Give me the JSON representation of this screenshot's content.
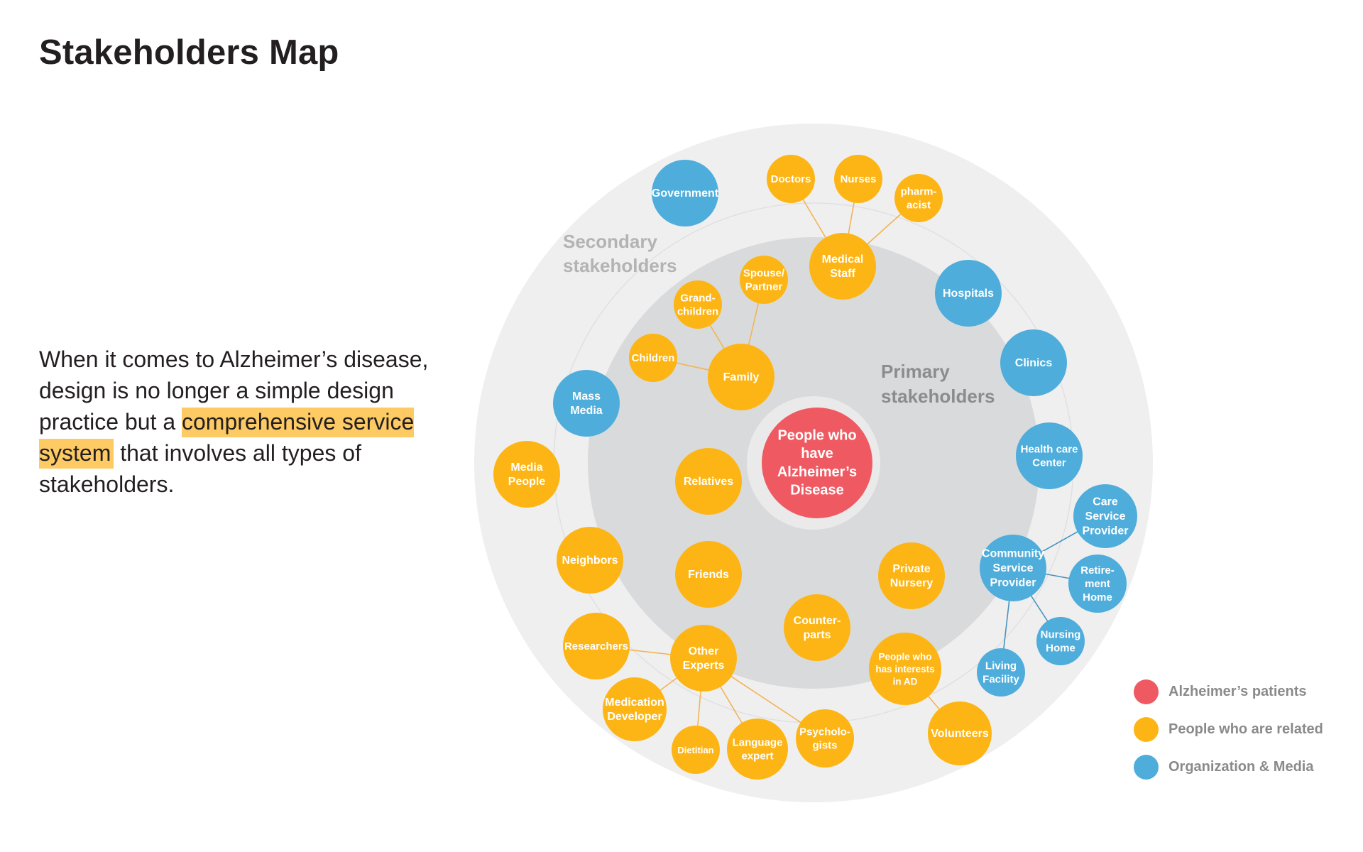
{
  "title": "Stakeholders Map",
  "intro": {
    "before": "When it comes to Alzheimer’s disease, design is no longer a simple design practice but a ",
    "highlight": "comprehensive service system",
    "after": " that involves all types of stakeholders."
  },
  "colors": {
    "patient": "#ef5a62",
    "related": "#fdb515",
    "organization": "#4eaddb",
    "outer_ring": "#f0eff0",
    "inner_ring": "#d9dadb",
    "link_related": "#f1b554",
    "link_org": "#4794bd"
  },
  "zones": {
    "secondary": [
      "Secondary",
      "stakeholders"
    ],
    "primary": [
      "Primary",
      "stakeholders"
    ]
  },
  "center": {
    "label": [
      "People who",
      "have",
      "Alzheimer’s",
      "Disease"
    ],
    "group": "patient"
  },
  "nodes": [
    {
      "id": "government",
      "group": "organization",
      "label": [
        "Government"
      ]
    },
    {
      "id": "doctors",
      "group": "related",
      "label": [
        "Doctors"
      ]
    },
    {
      "id": "nurses",
      "group": "related",
      "label": [
        "Nurses"
      ]
    },
    {
      "id": "pharmacist",
      "group": "related",
      "label": [
        "pharm-",
        "acist"
      ]
    },
    {
      "id": "medical-staff",
      "group": "related",
      "label": [
        "Medical",
        "Staff"
      ]
    },
    {
      "id": "spouse-partner",
      "group": "related",
      "label": [
        "Spouse/",
        "Partner"
      ]
    },
    {
      "id": "grandchildren",
      "group": "related",
      "label": [
        "Grand-",
        "children"
      ]
    },
    {
      "id": "children",
      "group": "related",
      "label": [
        "Children"
      ]
    },
    {
      "id": "family",
      "group": "related",
      "label": [
        "Family"
      ]
    },
    {
      "id": "hospitals",
      "group": "organization",
      "label": [
        "Hospitals"
      ]
    },
    {
      "id": "clinics",
      "group": "organization",
      "label": [
        "Clinics"
      ]
    },
    {
      "id": "mass-media",
      "group": "organization",
      "label": [
        "Mass",
        "Media"
      ]
    },
    {
      "id": "health-care-center",
      "group": "organization",
      "label": [
        "Health care",
        "Center"
      ]
    },
    {
      "id": "media-people",
      "group": "related",
      "label": [
        "Media",
        "People"
      ]
    },
    {
      "id": "relatives",
      "group": "related",
      "label": [
        "Relatives"
      ]
    },
    {
      "id": "care-service-provider",
      "group": "organization",
      "label": [
        "Care",
        "Service",
        "Provider"
      ]
    },
    {
      "id": "community-service-provider",
      "group": "organization",
      "label": [
        "Community",
        "Service",
        "Provider"
      ]
    },
    {
      "id": "retirement-home",
      "group": "organization",
      "label": [
        "Retire-",
        "ment",
        "Home"
      ]
    },
    {
      "id": "neighbors",
      "group": "related",
      "label": [
        "Neighbors"
      ]
    },
    {
      "id": "friends",
      "group": "related",
      "label": [
        "Friends"
      ]
    },
    {
      "id": "private-nursery",
      "group": "related",
      "label": [
        "Private",
        "Nursery"
      ]
    },
    {
      "id": "nursing-home",
      "group": "organization",
      "label": [
        "Nursing",
        "Home"
      ]
    },
    {
      "id": "counterparts",
      "group": "related",
      "label": [
        "Counter-",
        "parts"
      ]
    },
    {
      "id": "researchers",
      "group": "related",
      "label": [
        "Researchers"
      ]
    },
    {
      "id": "other-experts",
      "group": "related",
      "label": [
        "Other",
        "Experts"
      ]
    },
    {
      "id": "people-interested-ad",
      "group": "related",
      "label": [
        "People who",
        "has interests",
        "in AD"
      ]
    },
    {
      "id": "living-facility",
      "group": "organization",
      "label": [
        "Living",
        "Facility"
      ]
    },
    {
      "id": "medication-developer",
      "group": "related",
      "label": [
        "Medication",
        "Developer"
      ]
    },
    {
      "id": "volunteers",
      "group": "related",
      "label": [
        "Volunteers"
      ]
    },
    {
      "id": "dietitian",
      "group": "related",
      "label": [
        "Dietitian"
      ]
    },
    {
      "id": "language-expert",
      "group": "related",
      "label": [
        "Language",
        "expert"
      ]
    },
    {
      "id": "psychologists",
      "group": "related",
      "label": [
        "Psycholo-",
        "gists"
      ]
    }
  ],
  "links": [
    [
      "medical-staff",
      "doctors"
    ],
    [
      "medical-staff",
      "nurses"
    ],
    [
      "medical-staff",
      "pharmacist"
    ],
    [
      "family",
      "spouse-partner"
    ],
    [
      "family",
      "grandchildren"
    ],
    [
      "family",
      "children"
    ],
    [
      "community-service-provider",
      "care-service-provider"
    ],
    [
      "community-service-provider",
      "retirement-home"
    ],
    [
      "community-service-provider",
      "nursing-home"
    ],
    [
      "community-service-provider",
      "living-facility"
    ],
    [
      "other-experts",
      "researchers"
    ],
    [
      "other-experts",
      "medication-developer"
    ],
    [
      "other-experts",
      "dietitian"
    ],
    [
      "other-experts",
      "language-expert"
    ],
    [
      "other-experts",
      "psychologists"
    ],
    [
      "people-interested-ad",
      "volunteers"
    ]
  ],
  "legend": [
    {
      "label": "Alzheimer’s patients",
      "group": "patient"
    },
    {
      "label": "People who are related",
      "group": "related"
    },
    {
      "label": "Organization & Media",
      "group": "organization"
    }
  ]
}
